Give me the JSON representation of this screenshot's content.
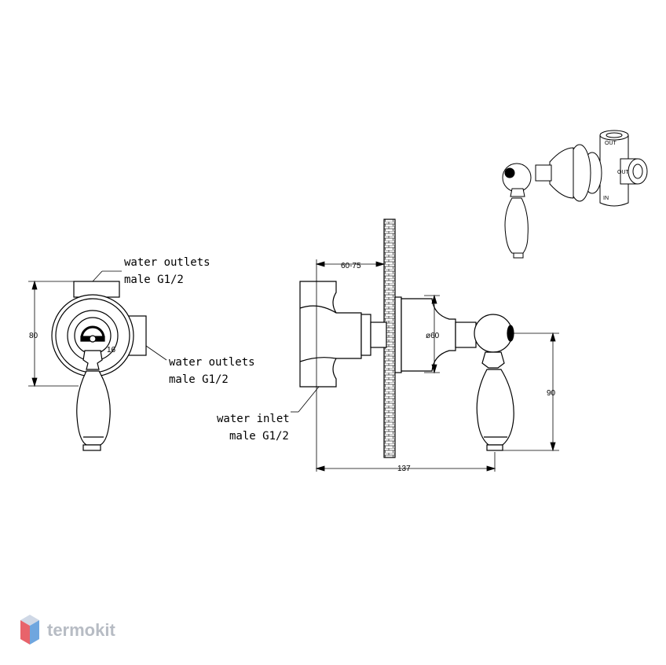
{
  "labels": {
    "outlets_top_1": "water outlets",
    "outlets_top_2": "male G1/2",
    "outlets_side_1": "water outlets",
    "outlets_side_2": "male G1/2",
    "inlet_1": "water inlet",
    "inlet_2": "male G1/2"
  },
  "dimensions": {
    "height_80": "80",
    "offset_16": "16",
    "depth_60_75": "60-75",
    "diameter_60": "ø60",
    "height_90": "90",
    "length_137": "137"
  },
  "iso_labels": {
    "out_top": "OUT",
    "out_side": "OUT",
    "in": "IN"
  },
  "watermark": {
    "brand": "termokit"
  },
  "colors": {
    "line": "#000000",
    "watermark_text": "#b7bcc4",
    "logo_red": "#e8636b",
    "logo_blue": "#6fa6df",
    "logo_light": "#cfd8e6"
  }
}
